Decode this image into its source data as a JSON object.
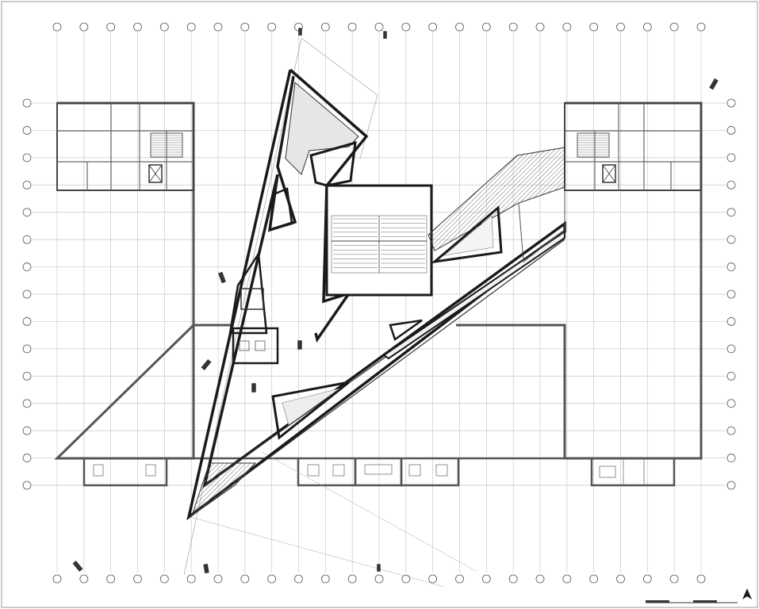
{
  "drawing": {
    "type": "architectural-floor-plan",
    "colors": {
      "background": "#ffffff",
      "grid_line": "#c8c8c8",
      "wall": "#555555",
      "heavy_wall": "#1a1a1a",
      "poche": "#d9d9d9",
      "hatch": "#7a7a7a"
    },
    "grid": {
      "columns": 25,
      "rows": 15,
      "column_labels": [],
      "row_labels": []
    },
    "rooms": [],
    "north_arrow_icon": "north-arrow-icon"
  }
}
